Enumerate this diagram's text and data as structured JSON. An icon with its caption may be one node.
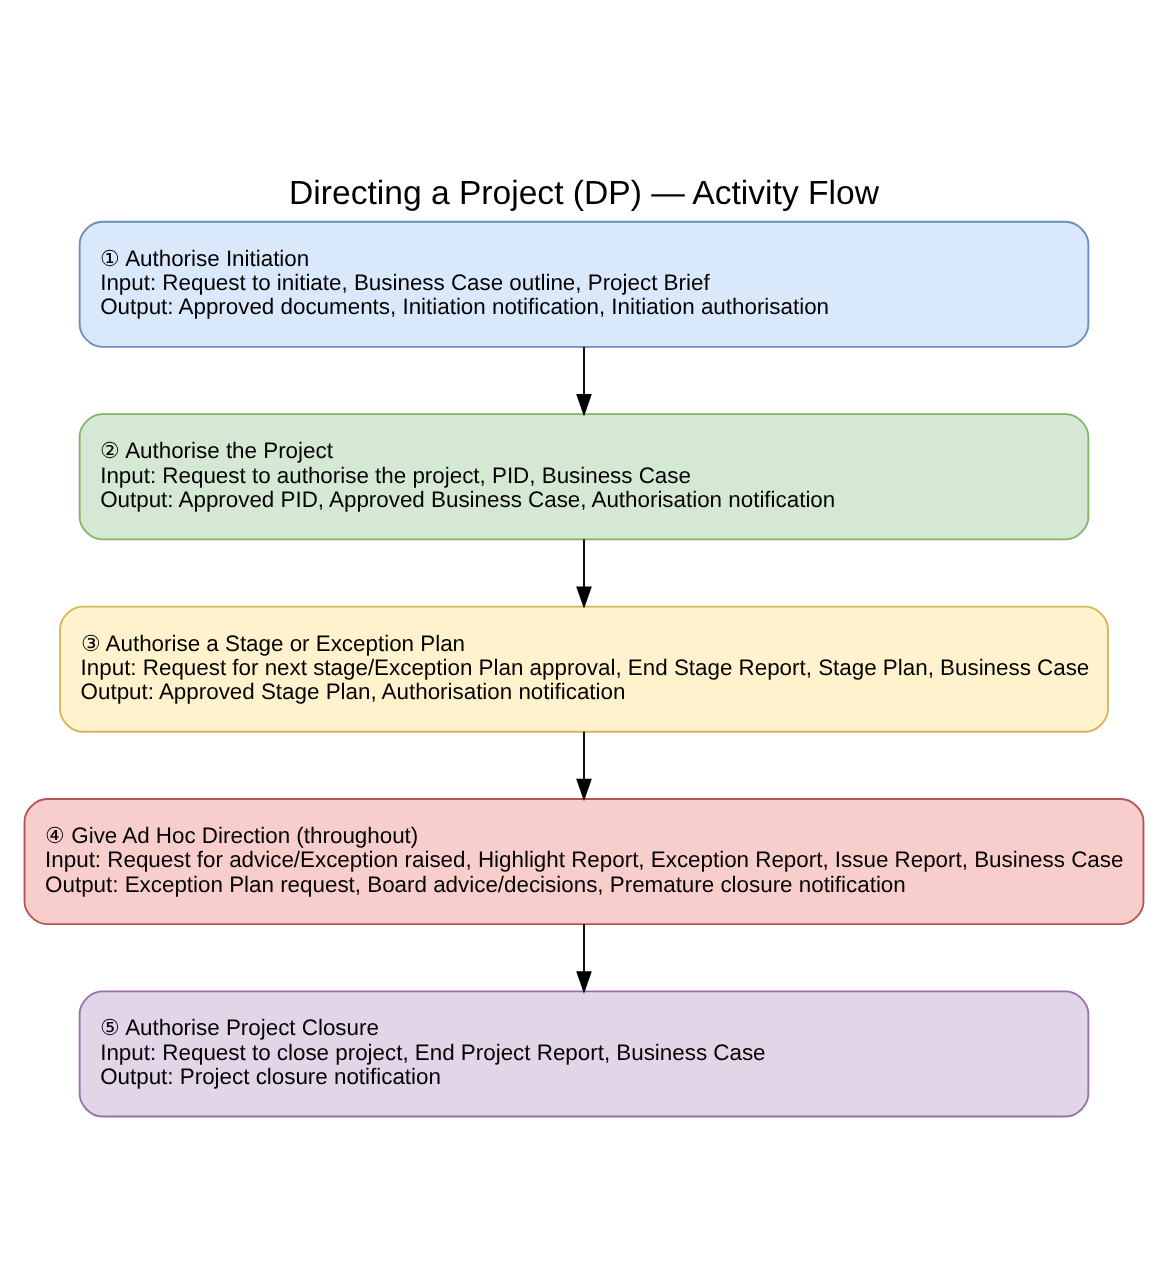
{
  "diagram": {
    "title": "Directing a Project (DP) — Activity Flow",
    "nodes": [
      {
        "text": [
          "① Authorise Initiation",
          "Input: Request to initiate, Business Case outline, Project Brief",
          "Output: Approved documents, Initiation notification, Initiation authorisation"
        ]
      },
      {
        "text": [
          "② Authorise the Project",
          "Input: Request to authorise the project, PID, Business Case",
          "Output: Approved PID, Approved Business Case, Authorisation notification"
        ]
      },
      {
        "text": [
          "③ Authorise a Stage or Exception Plan",
          "Input: Request for next stage/Exception Plan approval, End Stage Report, Stage Plan, Business Case",
          "Output: Approved Stage Plan, Authorisation notification"
        ]
      },
      {
        "text": [
          "④ Give Ad Hoc Direction (throughout)",
          "Input: Request for advice/Exception raised, Highlight Report, Exception Report, Issue Report, Business Case",
          "Output: Exception Plan request, Board advice/decisions, Premature closure notification"
        ]
      },
      {
        "text": [
          "⑤ Authorise Project Closure",
          "Input: Request to close project, End Project Report, Business Case",
          "Output: Project closure notification"
        ]
      }
    ],
    "edges": [
      {
        "from": 0,
        "to": 1,
        "arrow": "to"
      },
      {
        "from": 1,
        "to": 2,
        "arrow": "to"
      },
      {
        "from": 2,
        "to": 3,
        "arrow": "to"
      },
      {
        "from": 3,
        "to": 4,
        "arrow": "to"
      }
    ]
  }
}
